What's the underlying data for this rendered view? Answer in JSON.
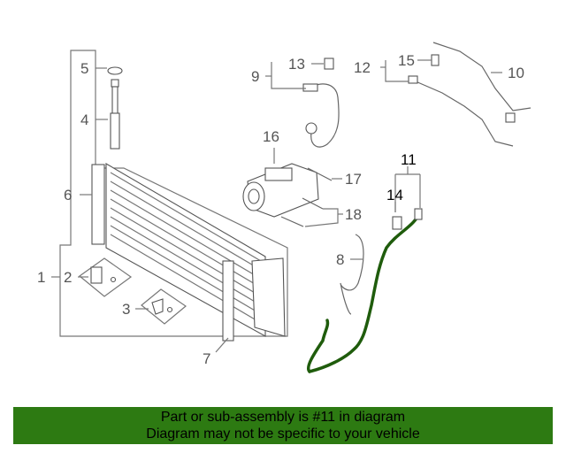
{
  "callouts": {
    "c1": "1",
    "c2": "2",
    "c3": "3",
    "c4": "4",
    "c5": "5",
    "c6": "6",
    "c7": "7",
    "c8": "8",
    "c9": "9",
    "c10": "10",
    "c11": "11",
    "c12": "12",
    "c13": "13",
    "c14": "14",
    "c15": "15",
    "c16": "16",
    "c17": "17",
    "c18": "18"
  },
  "highlight": {
    "part_number": "11",
    "color": "#2d7a12",
    "hose_color": "#1f5c0c"
  },
  "banner": {
    "line1": "Part or sub-assembly is #11 in diagram",
    "line2": "Diagram may not be specific to your vehicle"
  }
}
